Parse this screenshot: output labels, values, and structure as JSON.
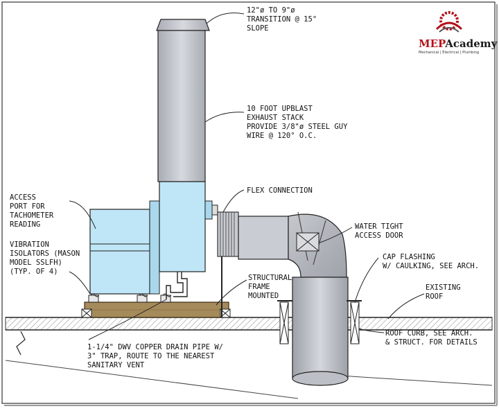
{
  "logo": {
    "brand_red": "MEP",
    "brand_dark": "Academy",
    "subtitle": "Mechanical | Electrical | Plumbing"
  },
  "labels": {
    "transition": [
      "12\"ø TO 9\"ø",
      "TRANSITION @ 15°",
      "SLOPE"
    ],
    "stack": [
      "10 FOOT UPBLAST",
      "EXHAUST STACK",
      "PROVIDE 3/8\"ø STEEL GUY",
      "WIRE @ 120° O.C."
    ],
    "access_port": [
      "ACCESS",
      "PORT FOR",
      "TACHOMETER",
      "READING"
    ],
    "vibration": [
      "VIBRATION",
      "ISOLATORS (MASON",
      "MODEL SSLFH)",
      "(TYP. OF 4)"
    ],
    "flex": [
      "FLEX CONNECTION"
    ],
    "access_door": [
      "WATER TIGHT",
      "ACCESS DOOR"
    ],
    "cap_flashing": [
      "CAP FLASHING",
      "W/ CAULKING, SEE ARCH."
    ],
    "structural": [
      "STRUCTURAL",
      "FRAME",
      "MOUNTED"
    ],
    "existing_roof": [
      "EXISTING",
      "ROOF"
    ],
    "roof_curb": [
      "ROOF CURB, SEE ARCH.",
      "& STRUCT. FOR DETAILS"
    ],
    "drain": [
      "1-1/4\" DWV COPPER DRAIN PIPE W/",
      "3\" TRAP, ROUTE TO THE NEAREST",
      "SANITARY VENT"
    ]
  },
  "colors": {
    "unit_fill": "#bfe6f6",
    "duct_fill": "#c9ccd2",
    "frame_fill": "#a58a5a",
    "roof_hatch": "#777777",
    "logo_red": "#b3121b"
  }
}
